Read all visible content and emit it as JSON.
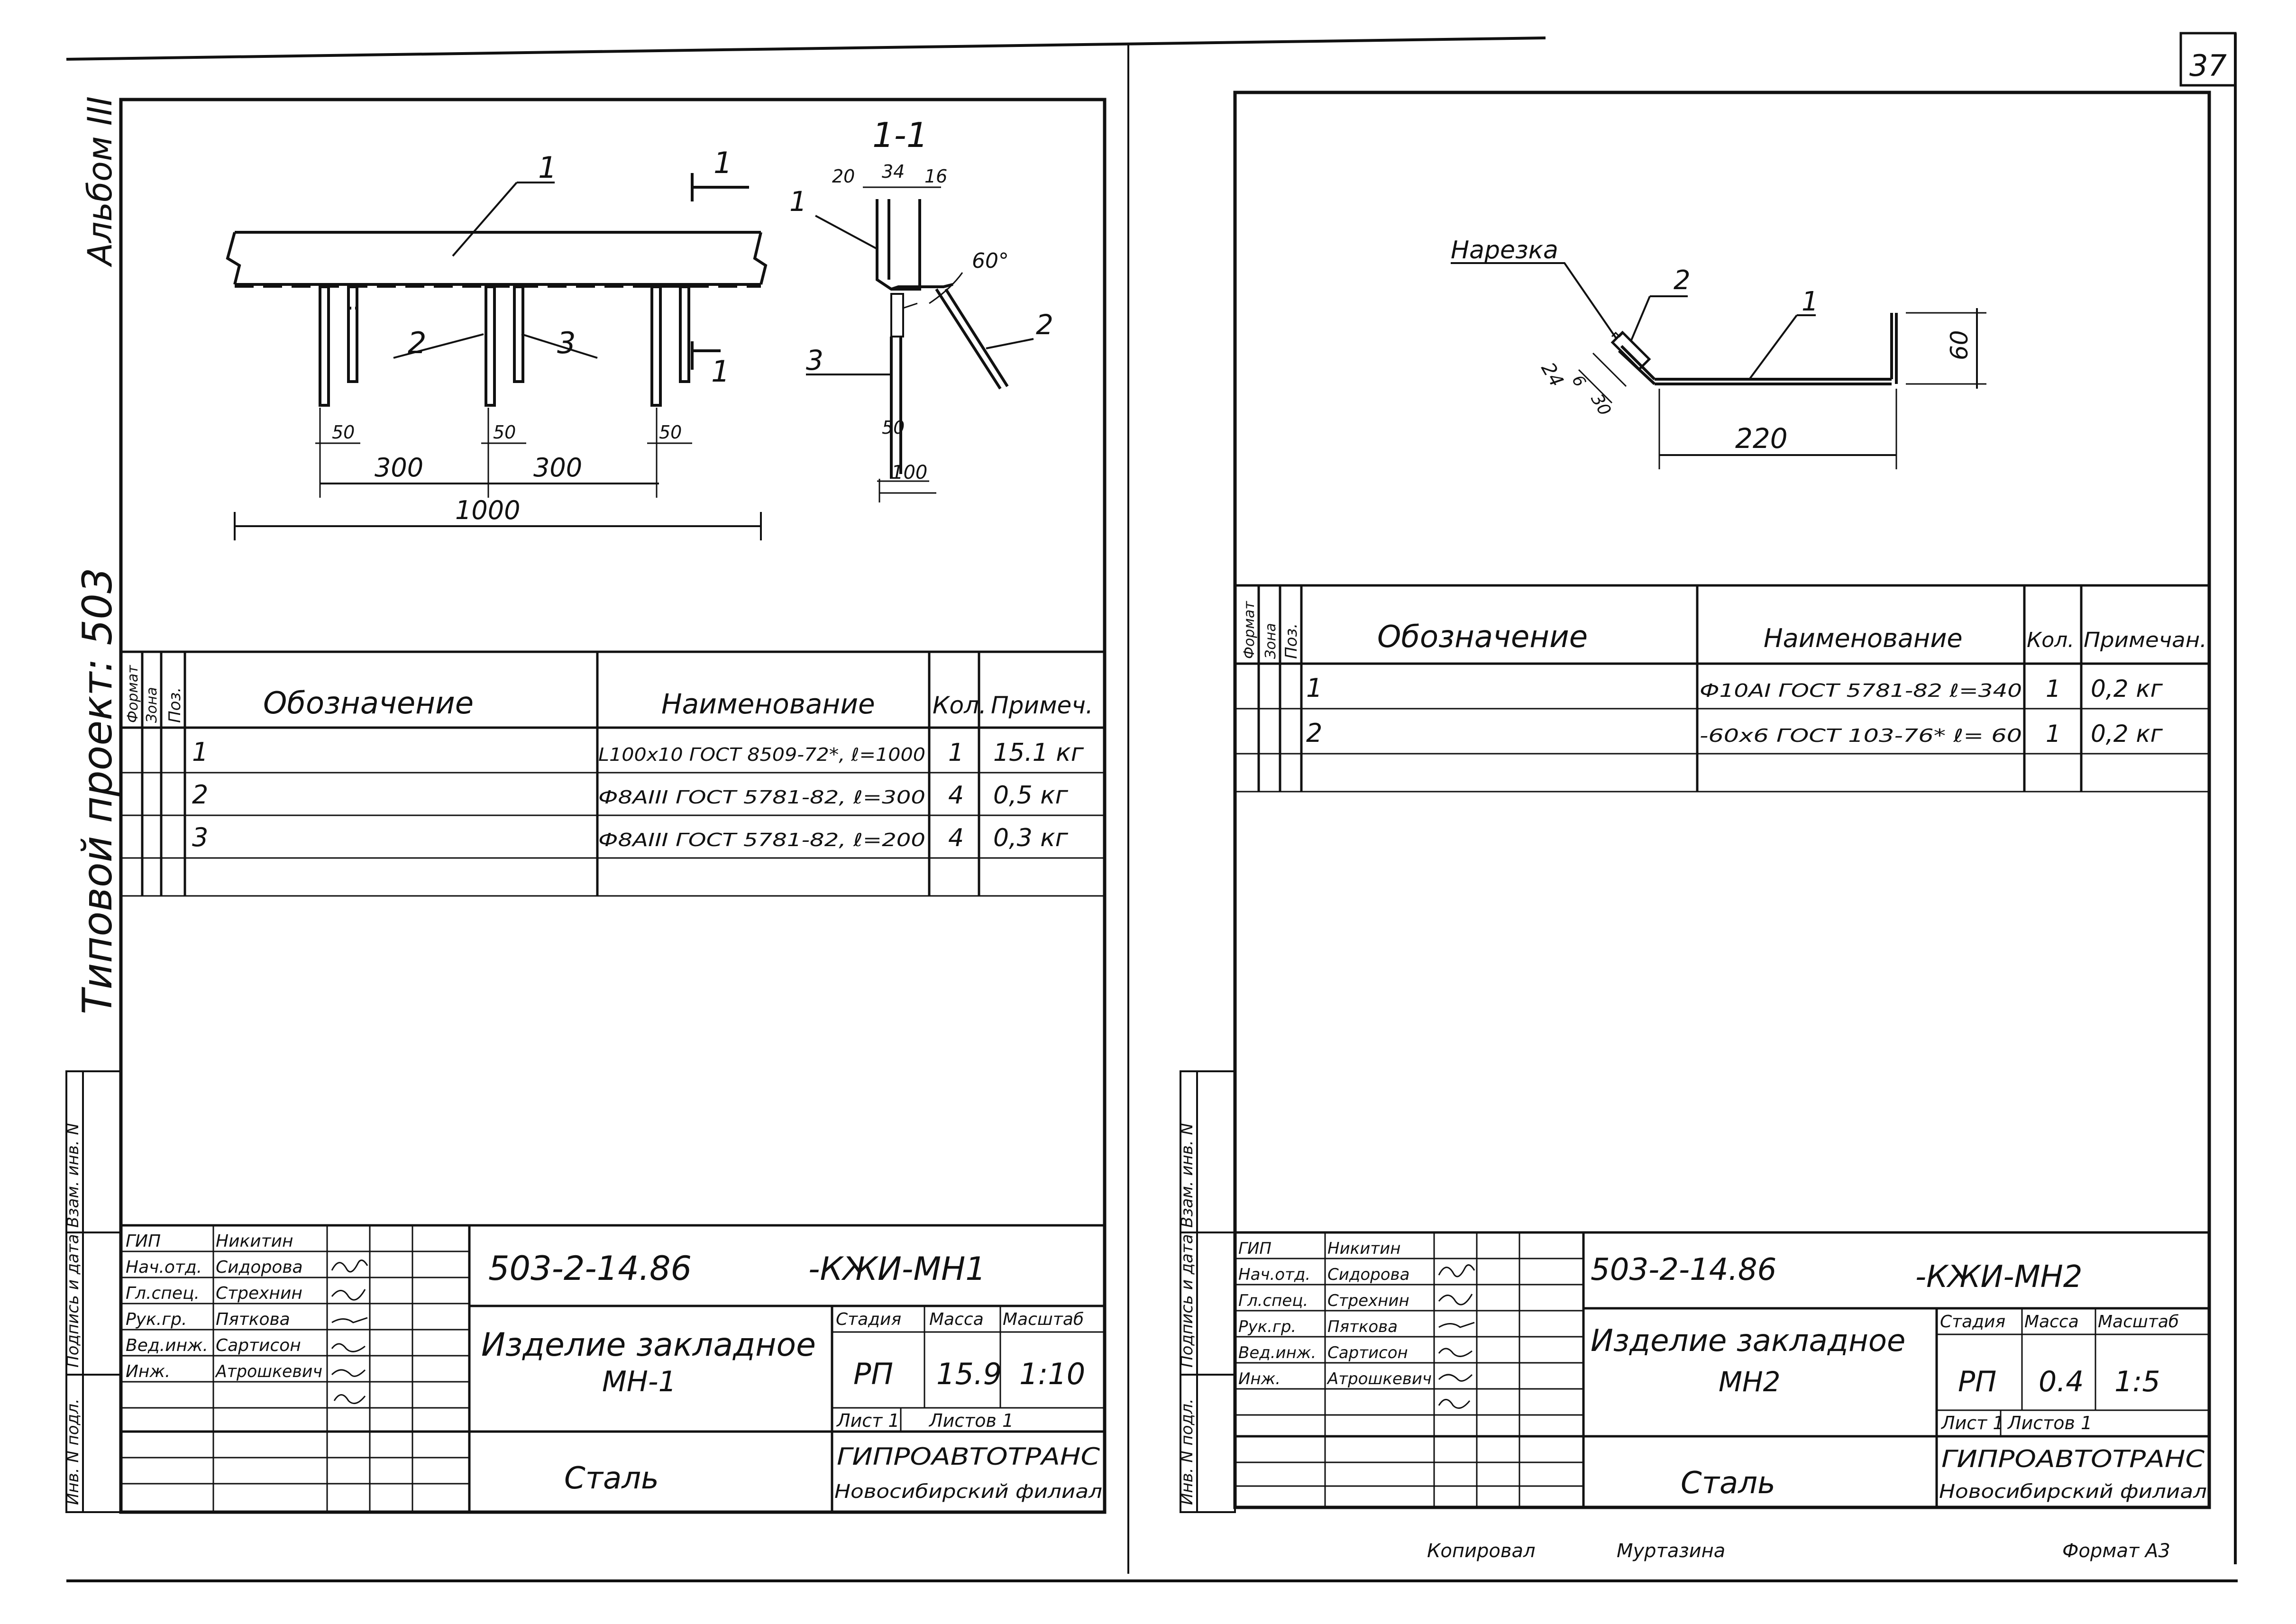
{
  "page_number": "37",
  "album_label": "Альбом III",
  "project_label": "Типовой проект: 503",
  "side_stamp": {
    "left": [
      "Инв. N подл.",
      "Подпись и дата",
      "Взам. инв. N"
    ],
    "right": [
      "Инв. N подл.",
      "Подпись и дата",
      "Взам. инв. N"
    ]
  },
  "sheet1": {
    "section_label": "1-1",
    "cut_marker": "1",
    "callouts": [
      "1",
      "2",
      "3"
    ],
    "section_callouts": [
      "1",
      "3",
      "2"
    ],
    "dims": {
      "d50": "50",
      "d300": "300",
      "d1000": "1000",
      "d20": "20",
      "d34": "34",
      "d16": "16",
      "d60deg": "60°",
      "d100": "100"
    },
    "spec": {
      "headers": {
        "format": "Формат",
        "zone": "Зона",
        "pos": "Поз.",
        "designation": "Обозначение",
        "name": "Наименование",
        "qty": "Кол.",
        "note": "Примеч."
      },
      "rows": [
        {
          "pos": "1",
          "name": "L100x10 ГОСТ 8509-72*, ℓ=1000",
          "qty": "1",
          "note": "15.1 кг"
        },
        {
          "pos": "2",
          "name": "Ф8АIII ГОСТ 5781-82, ℓ=300",
          "qty": "4",
          "note": "0,5 кг"
        },
        {
          "pos": "3",
          "name": "Ф8АIII ГОСТ 5781-82, ℓ=200",
          "qty": "4",
          "note": "0,3 кг"
        }
      ]
    },
    "stamp": {
      "people": [
        {
          "role": "ГИП",
          "name": "Никитин"
        },
        {
          "role": "Нач.отд.",
          "name": "Сидорова"
        },
        {
          "role": "Гл.спец.",
          "name": "Стрехнин"
        },
        {
          "role": "Рук.гр.",
          "name": "Пяткова"
        },
        {
          "role": "Вед.инж.",
          "name": "Сартисон"
        },
        {
          "role": "Инж.",
          "name": "Атрошкевич"
        }
      ],
      "code": "503-2-14.86",
      "mark": "-КЖИ-МН1",
      "title_line1": "Изделие закладное",
      "title_line2": "МН-1",
      "material": "Сталь",
      "stage_label": "Стадия",
      "mass_label": "Масса",
      "scale_label": "Масштаб",
      "stage": "РП",
      "mass": "15.9",
      "scale": "1:10",
      "sheet": "Лист 1",
      "sheets": "Листов 1",
      "org1": "ГИПРОАВТОТРАНС",
      "org2": "Новосибирский филиал"
    }
  },
  "sheet2": {
    "cut_label": "Нарезка",
    "callouts": [
      "2",
      "1"
    ],
    "dims": {
      "d24": "24",
      "d6": "6",
      "d30": "30",
      "d220": "220",
      "d60": "60"
    },
    "spec": {
      "headers": {
        "format": "Формат",
        "zone": "Зона",
        "pos": "Поз.",
        "designation": "Обозначение",
        "name": "Наименование",
        "qty": "Кол.",
        "note": "Примечан."
      },
      "rows": [
        {
          "pos": "1",
          "name": "Ф10АI ГОСТ 5781-82 ℓ=340",
          "qty": "1",
          "note": "0,2 кг"
        },
        {
          "pos": "2",
          "name": "-60x6 ГОСТ 103-76* ℓ= 60",
          "qty": "1",
          "note": "0,2 кг"
        }
      ]
    },
    "stamp": {
      "people": [
        {
          "role": "ГИП",
          "name": "Никитин"
        },
        {
          "role": "Нач.отд.",
          "name": "Сидорова"
        },
        {
          "role": "Гл.спец.",
          "name": "Стрехнин"
        },
        {
          "role": "Рук.гр.",
          "name": "Пяткова"
        },
        {
          "role": "Вед.инж.",
          "name": "Сартисон"
        },
        {
          "role": "Инж.",
          "name": "Атрошкевич"
        }
      ],
      "code": "503-2-14.86",
      "mark": "-КЖИ-МН2",
      "title_line1": "Изделие закладное",
      "title_line2": "МН2",
      "material": "Сталь",
      "stage_label": "Стадия",
      "mass_label": "Масса",
      "scale_label": "Масштаб",
      "stage": "РП",
      "mass": "0.4",
      "scale": "1:5",
      "sheet": "Лист 1",
      "sheets": "Листов 1",
      "org1": "ГИПРОАВТОТРАНС",
      "org2": "Новосибирский филиал"
    }
  },
  "footer": {
    "copied": "Копировал",
    "copier": "Муртазина",
    "format": "Формат А3"
  }
}
